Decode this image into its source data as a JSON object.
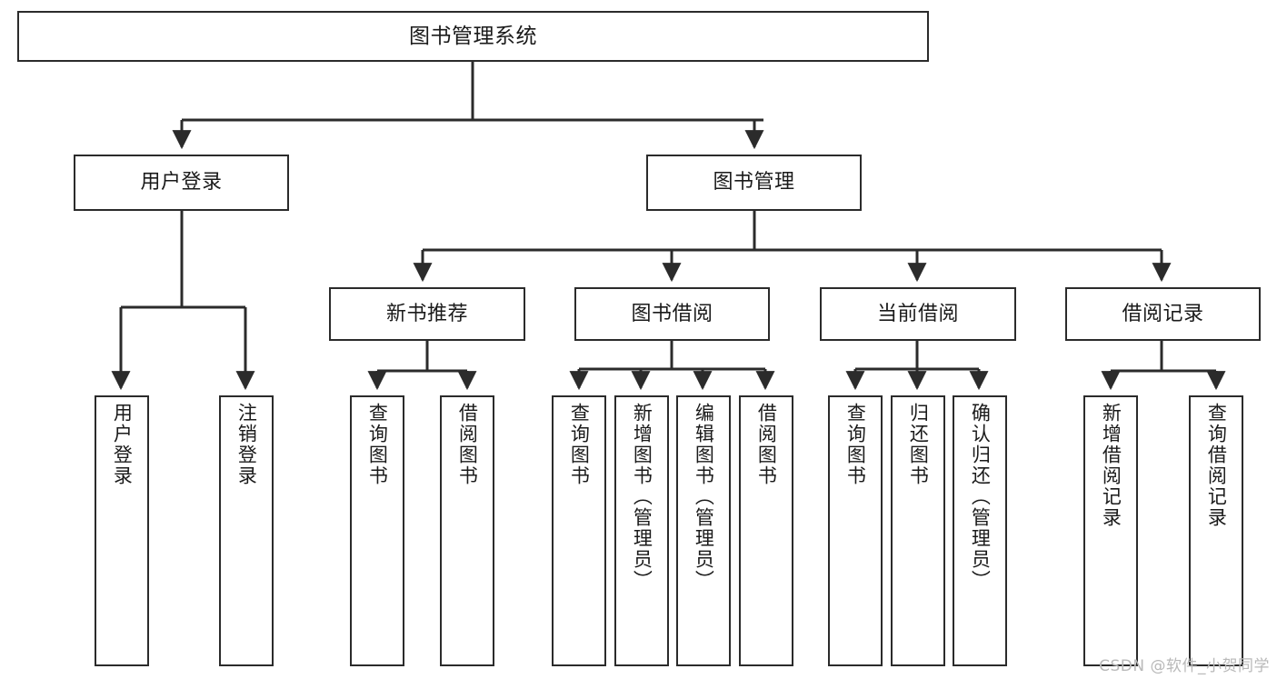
{
  "diagram": {
    "type": "tree-hierarchy-flowchart",
    "title": "图书管理系统",
    "colors": {
      "box_border": "#2b2b2b",
      "box_fill": "#ffffff",
      "connector": "#2b2b2b",
      "background": "#ffffff",
      "watermark": "#b9b9b9"
    },
    "nodes": {
      "root": {
        "label": "图书管理系统"
      },
      "level2": [
        {
          "id": "user-login",
          "label": "用户登录"
        },
        {
          "id": "book-management",
          "label": "图书管理"
        }
      ],
      "level3": [
        {
          "id": "new-book-recommend",
          "label": "新书推荐"
        },
        {
          "id": "book-borrow",
          "label": "图书借阅"
        },
        {
          "id": "current-borrow",
          "label": "当前借阅"
        },
        {
          "id": "borrow-record",
          "label": "借阅记录"
        }
      ],
      "leaves": {
        "user-login": [
          {
            "id": "leaf-user-login",
            "label": "用户登录"
          },
          {
            "id": "leaf-logout-login",
            "label": "注销登录"
          }
        ],
        "new-book-recommend": [
          {
            "id": "leaf-query-book-1",
            "label": "查询图书"
          },
          {
            "id": "leaf-borrow-book-1",
            "label": "借阅图书"
          }
        ],
        "book-borrow": [
          {
            "id": "leaf-query-book-2",
            "label": "查询图书"
          },
          {
            "id": "leaf-add-book-admin",
            "label": "新增图书（管理员）"
          },
          {
            "id": "leaf-edit-book-admin",
            "label": "编辑图书（管理员）"
          },
          {
            "id": "leaf-borrow-book-2",
            "label": "借阅图书"
          }
        ],
        "current-borrow": [
          {
            "id": "leaf-query-book-3",
            "label": "查询图书"
          },
          {
            "id": "leaf-return-book",
            "label": "归还图书"
          },
          {
            "id": "leaf-confirm-return-admin",
            "label": "确认归还（管理员）"
          }
        ],
        "borrow-record": [
          {
            "id": "leaf-add-borrow-record",
            "label": "新增借阅记录"
          },
          {
            "id": "leaf-query-borrow-record",
            "label": "查询借阅记录"
          }
        ]
      }
    },
    "watermark": "CSDN @软件_小贺同学"
  }
}
